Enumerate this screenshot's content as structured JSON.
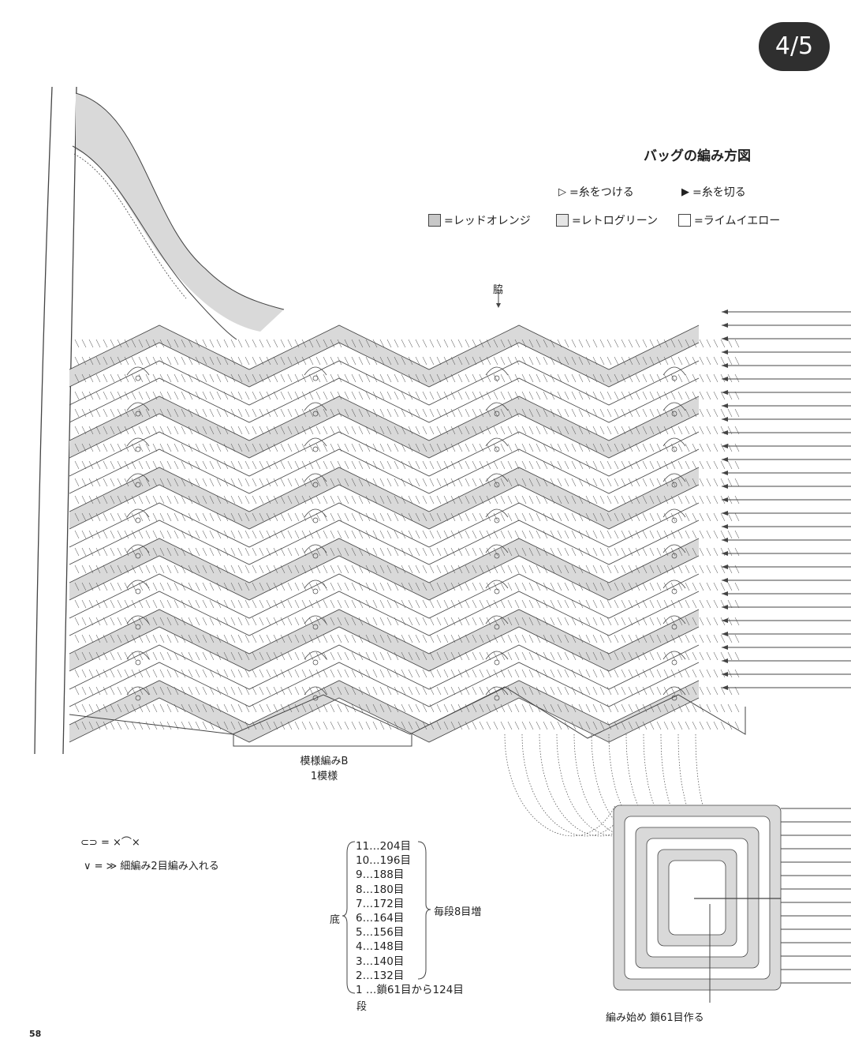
{
  "page_badge": "4/5",
  "title": "バッグの編み方図",
  "legend": {
    "attach": "=糸をつける",
    "cut": "=糸を切る",
    "red": "=レッドオレンジ",
    "green": "=レトログリーン",
    "yellow": "=ライムイエロー"
  },
  "side_label": "脇",
  "pattern_label": {
    "line1": "模様編みB",
    "line2": "1模様"
  },
  "symbols": {
    "sym1_rhs": "= ×⌒×",
    "sym2_rhs": "= ≫ 細編み2目編み入れる"
  },
  "bottom": {
    "label": "底",
    "group_note": "毎段8目増",
    "dan_label": "段",
    "rows": [
      "11…204目",
      "10…196目",
      "9…188目",
      "8…180目",
      "7…172目",
      "6…164目",
      "5…156目",
      "4…148目",
      "3…140目",
      "2…132目",
      "1 …鎖61目から124目"
    ]
  },
  "start_label": "編み始め 鎖61目作る",
  "page_number": "58",
  "colors": {
    "band_gray": "#d9d9d9",
    "line": "#444444",
    "badge": "#2f2f2f"
  }
}
